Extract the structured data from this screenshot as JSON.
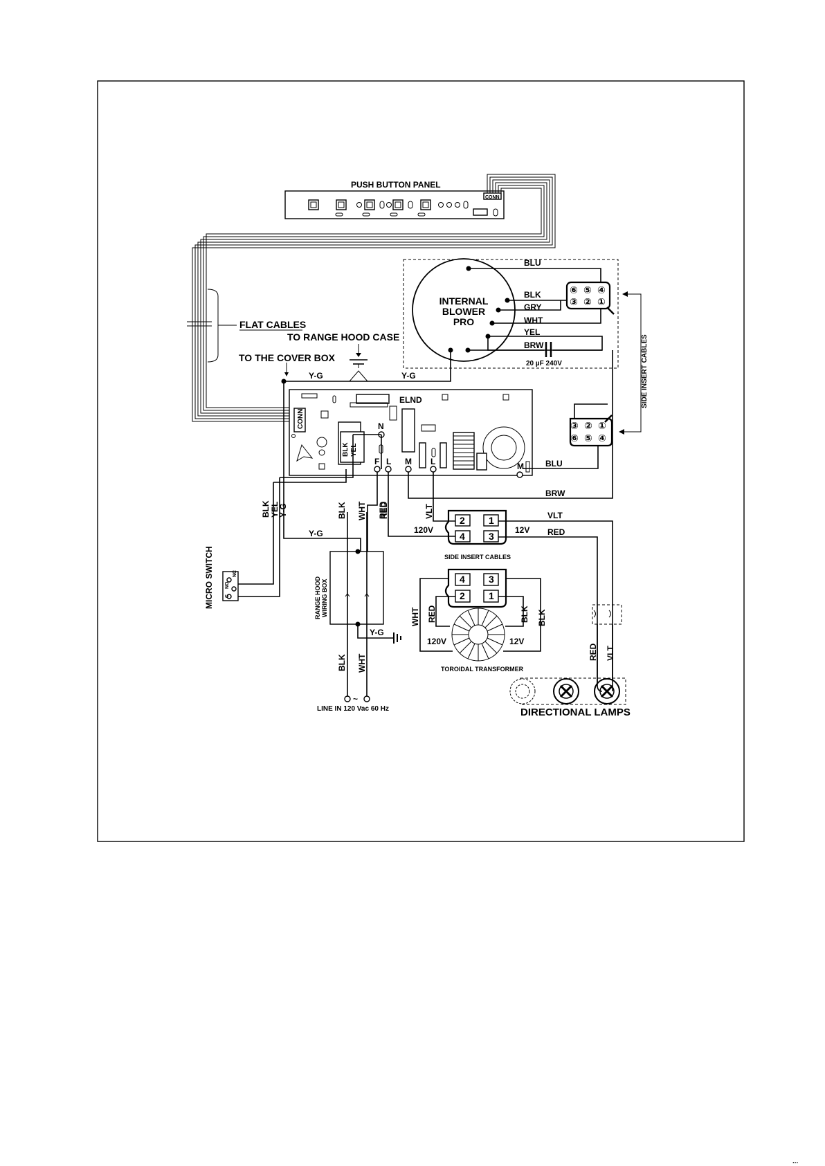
{
  "panel": {
    "title": "PUSH BUTTON PANEL",
    "conn": "CONN"
  },
  "cables": {
    "flat": "FLAT CABLES",
    "to_hood_case": "TO RANGE HOOD CASE",
    "to_cover_box": "TO THE COVER BOX",
    "side_insert_vertical": "SIDE INSERT CABLES",
    "side_insert_bottom": "SIDE INSERT CABLES"
  },
  "blower": {
    "line1": "INTERNAL",
    "line2": "BLOWER",
    "line3": "PRO",
    "capacitor": "20 µF 240V"
  },
  "wires": {
    "blu": "BLU",
    "blk": "BLK",
    "gry": "GRY",
    "wht": "WHT",
    "yel": "YEL",
    "brw": "BRW",
    "yg": "Y-G",
    "red": "RED",
    "vlt": "VLT"
  },
  "connector_top": {
    "row1": [
      "⑥",
      "⑤",
      "④"
    ],
    "row2": [
      "③",
      "②",
      "①"
    ]
  },
  "connector_right": {
    "row1": [
      "③",
      "②",
      "①"
    ],
    "row2": [
      "⑥",
      "⑤",
      "④"
    ]
  },
  "board": {
    "name": "ELND",
    "conn": "CONN",
    "relay_blk": "BLK",
    "relay_yel": "YEL",
    "term_n": "N",
    "term_f": "F",
    "term_l": "L",
    "term_m": "M",
    "term_l2": "L",
    "term_m2": "M"
  },
  "side_insert": {
    "p1": "1",
    "p2": "2",
    "p3": "3",
    "p4": "4",
    "v120": "120V",
    "v12": "12V"
  },
  "transformer": {
    "p1": "1",
    "p2": "2",
    "p3": "3",
    "p4": "4",
    "v120": "120V",
    "v12": "12V",
    "label": "TOROIDAL TRANSFORMER"
  },
  "micro_switch": {
    "label": "MICRO SWITCH",
    "nc": "NC",
    "no": "NO",
    "c": "C"
  },
  "wiring_box": {
    "line1": "RANGE HOOD",
    "line2": "WIRING BOX"
  },
  "line_in": {
    "text": "LINE IN 120 Vac 60 Hz",
    "tilde": "~"
  },
  "lamps": {
    "label": "DIRECTIONAL LAMPS"
  },
  "page_mark": "..."
}
